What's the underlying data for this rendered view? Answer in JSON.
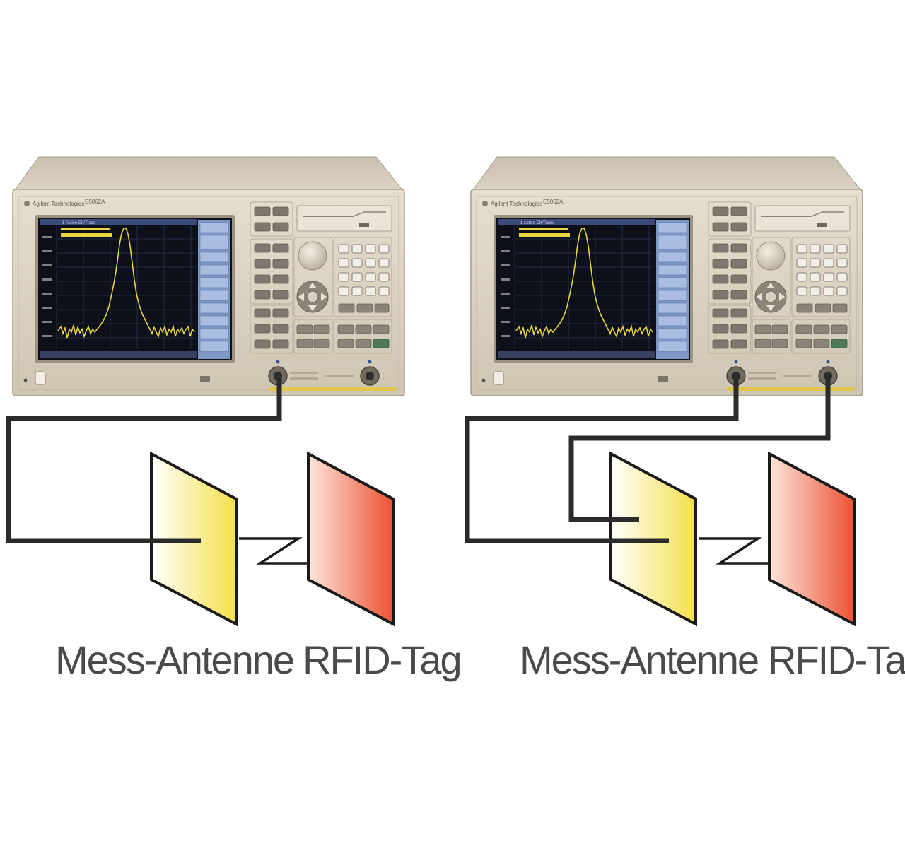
{
  "setups": [
    {
      "instrument": {
        "brand_text": "Agilent Technologies",
        "model_text": "E5062A",
        "trace_header": "1 Active Ch/Trace"
      },
      "antenna_label": "Mess-Antenne",
      "tag_label": "RFID-Tag",
      "ports_connected": 1
    },
    {
      "instrument": {
        "brand_text": "Agilent Technologies",
        "model_text": "E5062A",
        "trace_header": "1 Active Ch/Trace"
      },
      "antenna_label": "Mess-Antenne",
      "tag_label": "RFID-Tag",
      "ports_connected": 2
    }
  ],
  "colors": {
    "instrument_body": "#d9d0c0",
    "instrument_dark": "#b9ad9a",
    "screen_bg": "#0d1018",
    "trace": "#e8d640",
    "softkey_panel": "#7c97c4",
    "cable": "#2b2b2b",
    "antenna_gradient": [
      "#ffffff",
      "#f7e55a"
    ],
    "tag_gradient": [
      "#fde3d7",
      "#ee5a3c"
    ],
    "caption": "#4a4a4a"
  }
}
